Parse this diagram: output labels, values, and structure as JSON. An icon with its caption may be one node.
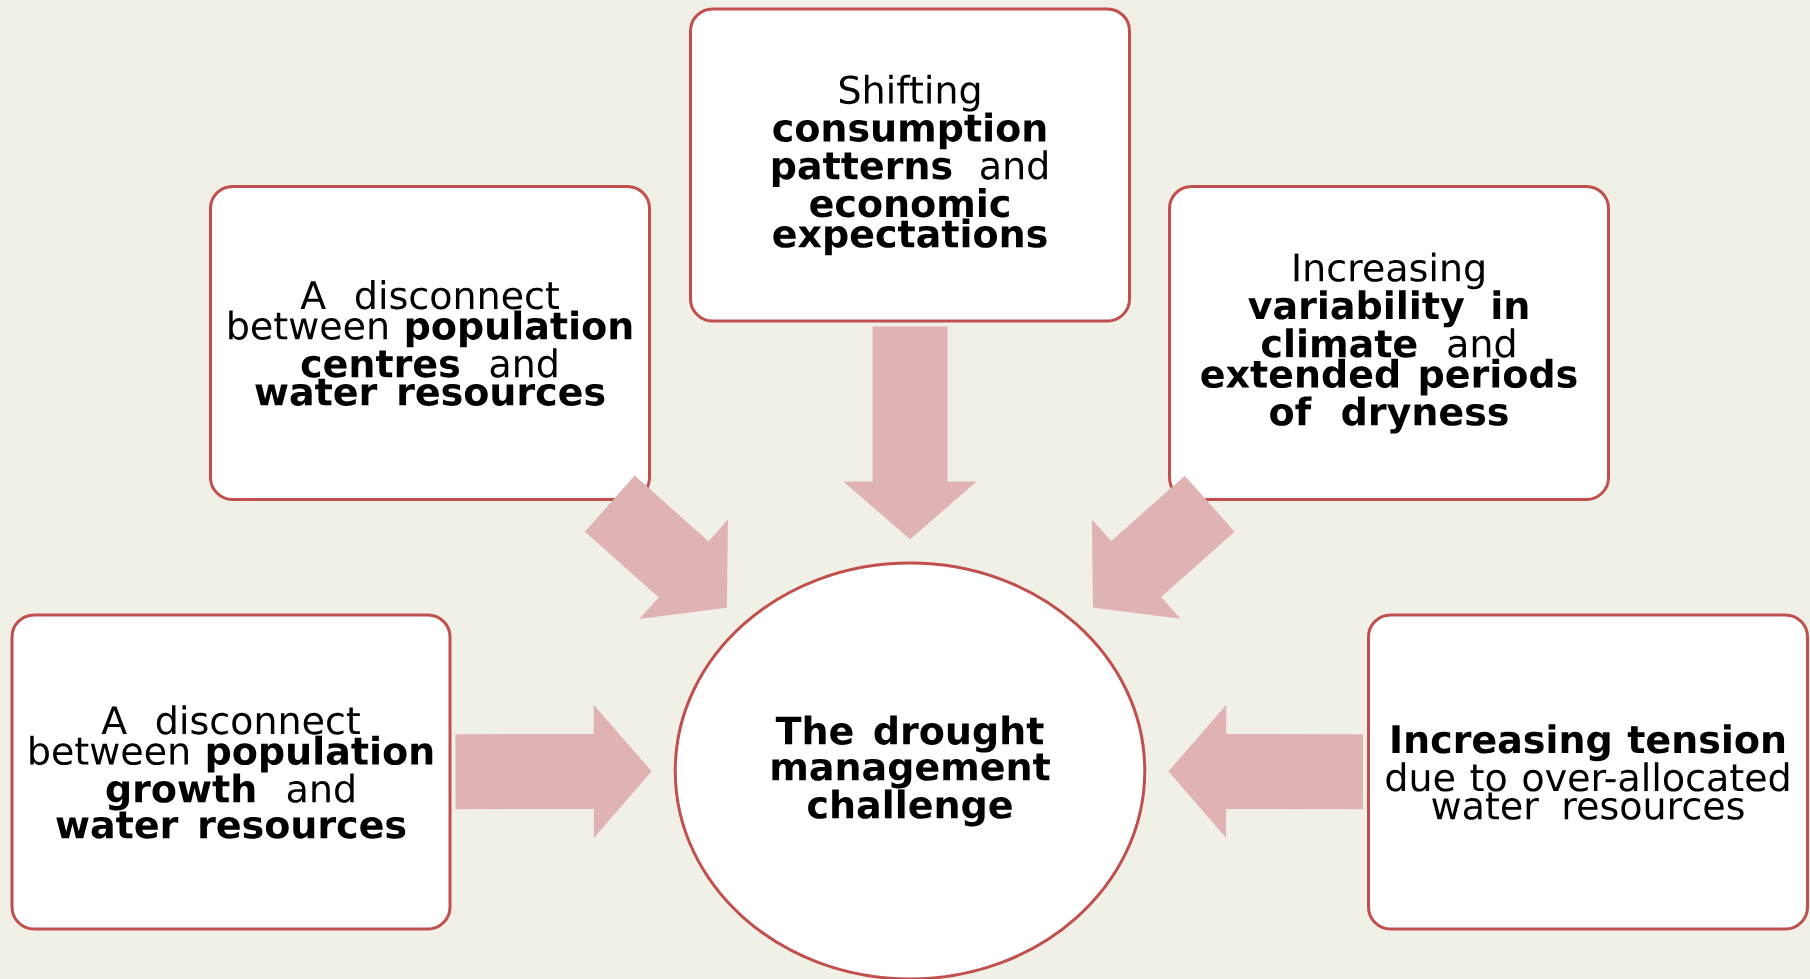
{
  "diagram": {
    "nodes": [
      {
        "text": [
          "Shifting **consumption patterns** and **economic expectations**"
        ]
      },
      {
        "text": [
          "A disconnect between **population centres** and **water resources**"
        ]
      },
      {
        "text": [
          "Increasing **variability in climate** and **extended periods of dryness**"
        ]
      },
      {
        "text": [
          "A disconnect between **population growth** and **water resources**"
        ]
      },
      {
        "text": [
          "The drought management challenge"
        ]
      },
      {
        "text": [
          "**Increasing tension** due to over-allocated water resources"
        ]
      }
    ],
    "edges": [
      {
        "from": 0,
        "to": 4,
        "arrow": "to"
      },
      {
        "from": 1,
        "to": 4,
        "arrow": "to"
      },
      {
        "from": 2,
        "to": 4,
        "arrow": "to"
      },
      {
        "from": 3,
        "to": 4,
        "arrow": "to"
      },
      {
        "from": 5,
        "to": 4,
        "arrow": "to"
      }
    ]
  }
}
